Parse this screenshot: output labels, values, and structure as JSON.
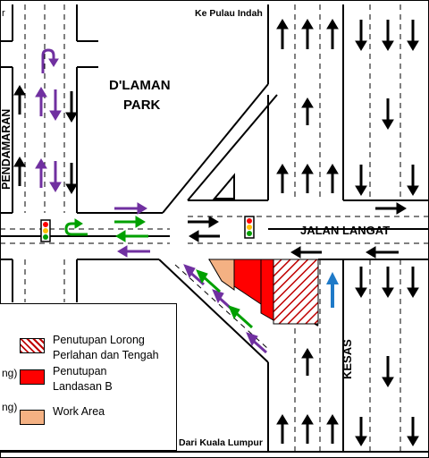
{
  "labels": {
    "top_left_cut": "r",
    "ke_pulau_indah": "Ke Pulau Indah",
    "dlaman_park_line1": "D'LAMAN",
    "dlaman_park_line2": "PARK",
    "pendamaran": "PENDAMARAN",
    "jalan_langat": "JALAN LANGAT",
    "kesas": "KESAS",
    "dari_kuala_lumpur": "Dari Kuala Lumpur"
  },
  "legend": {
    "items": [
      {
        "label": "Penutupan Lorong\nPerlahan dan Tengah",
        "swatch": "hatch-red"
      },
      {
        "label": "Penutupan\nLandasan B",
        "swatch": "#ff0000"
      },
      {
        "label": "Work Area",
        "swatch": "#f4b183"
      }
    ],
    "clipped_left_1": "ng)",
    "clipped_left_2": "ng)"
  },
  "colors": {
    "purple": "#7030a0",
    "green": "#00a000",
    "blue": "#1f7ac8",
    "red_closure": "#ff0000",
    "work_area": "#f4b183",
    "hatch": "#c00000"
  },
  "icons": [
    "traffic-light-icon",
    "u-turn-arrow-icon",
    "arrow-icon"
  ]
}
